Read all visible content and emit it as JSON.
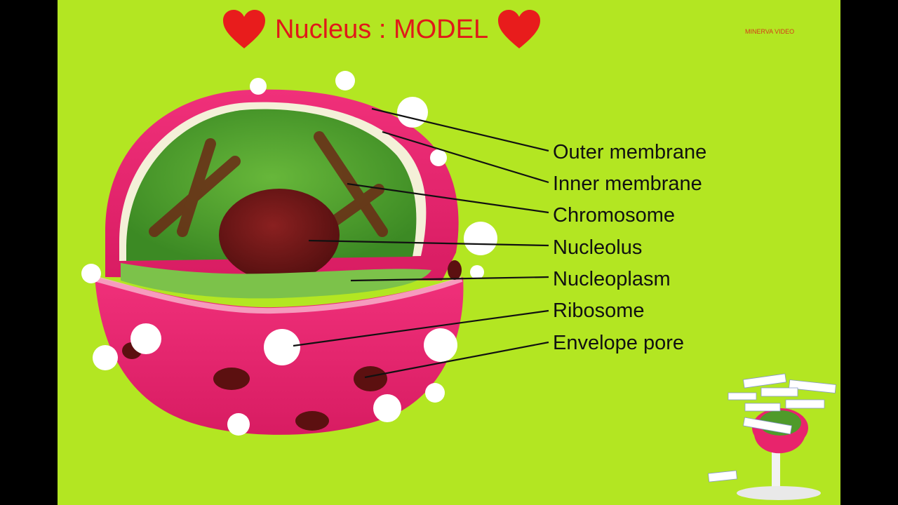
{
  "title": "Nucleus : MODEL",
  "watermark": "MINERVA VIDEO",
  "colors": {
    "background": "#b3e622",
    "title": "#e01919",
    "heart": "#e81c1c",
    "shell": "#e8246c",
    "interior": "#4f9a2a",
    "nucleolus": "#6a1414",
    "ribosome": "#ffffff"
  },
  "icons": {
    "left_heart": "heart-icon",
    "right_heart": "heart-icon"
  },
  "labels": [
    "Outer membrane",
    "Inner membrane",
    "Chromosome",
    "Nucleolus",
    "Nucleoplasm",
    "Ribosome",
    "Envelope pore"
  ]
}
